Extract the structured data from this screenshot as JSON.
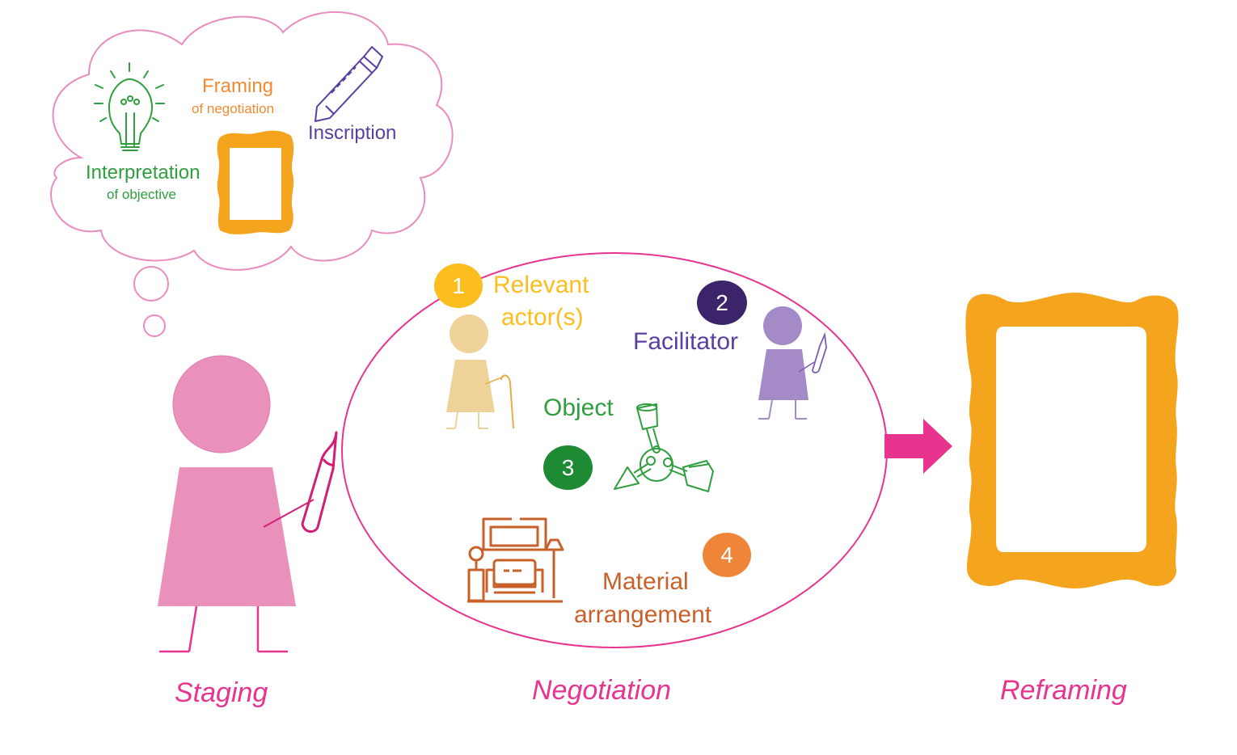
{
  "colors": {
    "pink": "#e8338f",
    "pink_light": "#e991bb",
    "pink_outline": "#e98cbf",
    "orange": "#f5a41e",
    "orange_text": "#f28b30",
    "green": "#2e9e3e",
    "green_dark": "#1f8a34",
    "purple": "#5b3fa0",
    "purple_dark": "#3b2469",
    "purple_light": "#a48ac6",
    "yellow": "#fcbd1f",
    "beige": "#efd29a",
    "brown": "#c8602a",
    "orange_badge": "#ef8539"
  },
  "thought_cloud": {
    "interpretation": {
      "title": "Interpretation",
      "subtitle": "of objective",
      "icon": "lightbulb-icon"
    },
    "framing": {
      "title": "Framing",
      "subtitle": "of negotiation",
      "icon": "frame-icon"
    },
    "inscription": {
      "title": "Inscription",
      "icon": "pencil-icon"
    }
  },
  "negotiation": {
    "items": [
      {
        "number": "1",
        "line1": "Relevant",
        "line2": "actor(s)",
        "icon": "elderly-person-icon"
      },
      {
        "number": "2",
        "line1": "Facilitator",
        "icon": "facilitator-person-icon"
      },
      {
        "number": "3",
        "line1": "Object",
        "icon": "tripod-object-icon"
      },
      {
        "number": "4",
        "line1": "Material",
        "line2": "arrangement",
        "icon": "living-room-furniture-icon"
      }
    ]
  },
  "phases": {
    "staging": "Staging",
    "negotiation": "Negotiation",
    "reframing": "Reframing"
  }
}
